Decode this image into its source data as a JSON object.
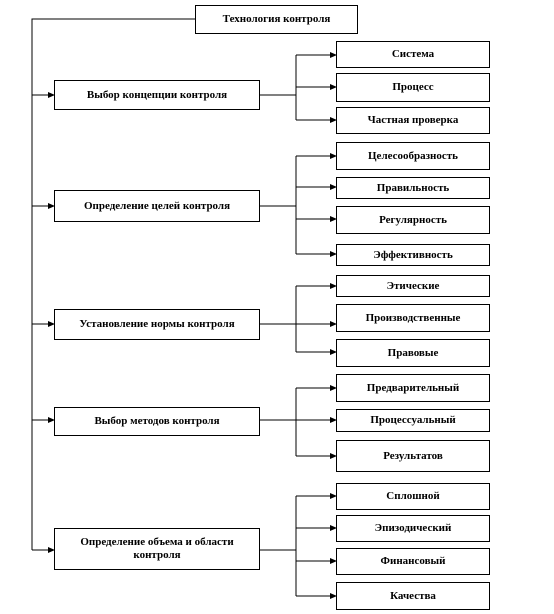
{
  "title": "Технология контроля",
  "stages": [
    {
      "label": "Выбор концепции контроля",
      "children": [
        "Система",
        "Процесс",
        "Частная проверка"
      ]
    },
    {
      "label": "Определение целей контроля",
      "children": [
        "Целесообразность",
        "Правильность",
        "Регулярность",
        "Эффективность"
      ]
    },
    {
      "label": "Установление нормы контроля",
      "children": [
        "Этические",
        "Производственные",
        "Правовые"
      ]
    },
    {
      "label": "Выбор методов контроля",
      "children": [
        "Предварительный",
        "Процессуальный",
        "Результатов"
      ]
    },
    {
      "label": "Определение объема и области контроля",
      "children": [
        "Сплошной",
        "Эпизодический",
        "Финансовый",
        "Качества"
      ]
    }
  ],
  "colors": {
    "line": "#000000",
    "box_border": "#000000",
    "background": "#ffffff"
  }
}
